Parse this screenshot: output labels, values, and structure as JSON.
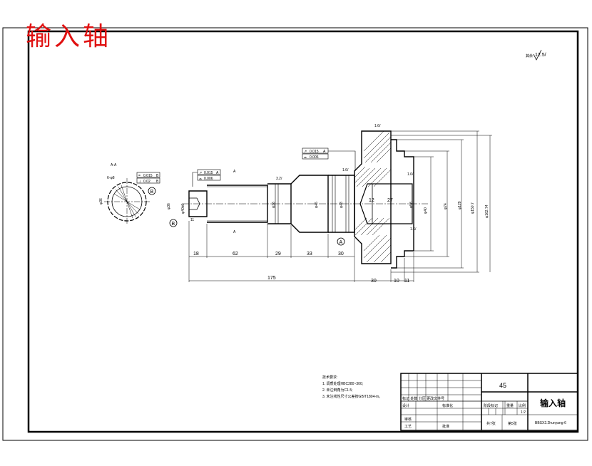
{
  "drawing": {
    "title_cn": "输入轴",
    "roughness_symbol": "12.5/",
    "roughness_prefix": "其余",
    "surface_marks": [
      "1.6/",
      "3.2/",
      "1.6/",
      "1.6/",
      "1.6/"
    ],
    "section_label": "A-A",
    "datum_labels": [
      "A",
      "B",
      "B",
      "A",
      "A"
    ],
    "tolerance_frames": [
      {
        "symbol": "↗",
        "value": "0.015",
        "datum": "A"
      },
      {
        "symbol": "⌓",
        "value": "0.006",
        "datum": ""
      },
      {
        "symbol": "↗",
        "value": "0.015",
        "datum": "A"
      },
      {
        "symbol": "⌓",
        "value": "0.006",
        "datum": ""
      },
      {
        "symbol": "=",
        "value": "0.015",
        "datum": "B"
      },
      {
        "symbol": "⊥",
        "value": "0.02",
        "datum": "B"
      }
    ],
    "horizontal_dims": [
      "18",
      "62",
      "29",
      "33",
      "30",
      "175",
      "30",
      "10",
      "11",
      "11"
    ],
    "vertical_dims": [
      "φ36",
      "φ36",
      "φ40",
      "φ45",
      "φ48",
      "φ40k6",
      "φ58",
      "φ74",
      "φ129",
      "φ150.7",
      "φ162.74",
      "12",
      "27"
    ],
    "section_dims": [
      "φ36",
      "6-φ8"
    ]
  },
  "notes": {
    "heading": "技术要求:",
    "items": [
      "1. 调质处理HBC280~300;",
      "2. 未注倒角为C1.5;",
      "3. 未注线性尺寸公差按GB/T1804-m。"
    ]
  },
  "title_block": {
    "material": "45",
    "part_name": "输入轴",
    "drawing_no": "BBSX2.2hunyang-6",
    "designer_row": "标记 处数 分区 更改文件号",
    "labels": {
      "design": "设计",
      "standard": "标准化",
      "stage": "阶段标记",
      "weight": "重量",
      "scale": "比例",
      "review": "审核",
      "process": "工艺",
      "approve": "批准",
      "sheet_total": "共7张",
      "sheet_no": "第5张",
      "scale_value": "1:2"
    }
  }
}
